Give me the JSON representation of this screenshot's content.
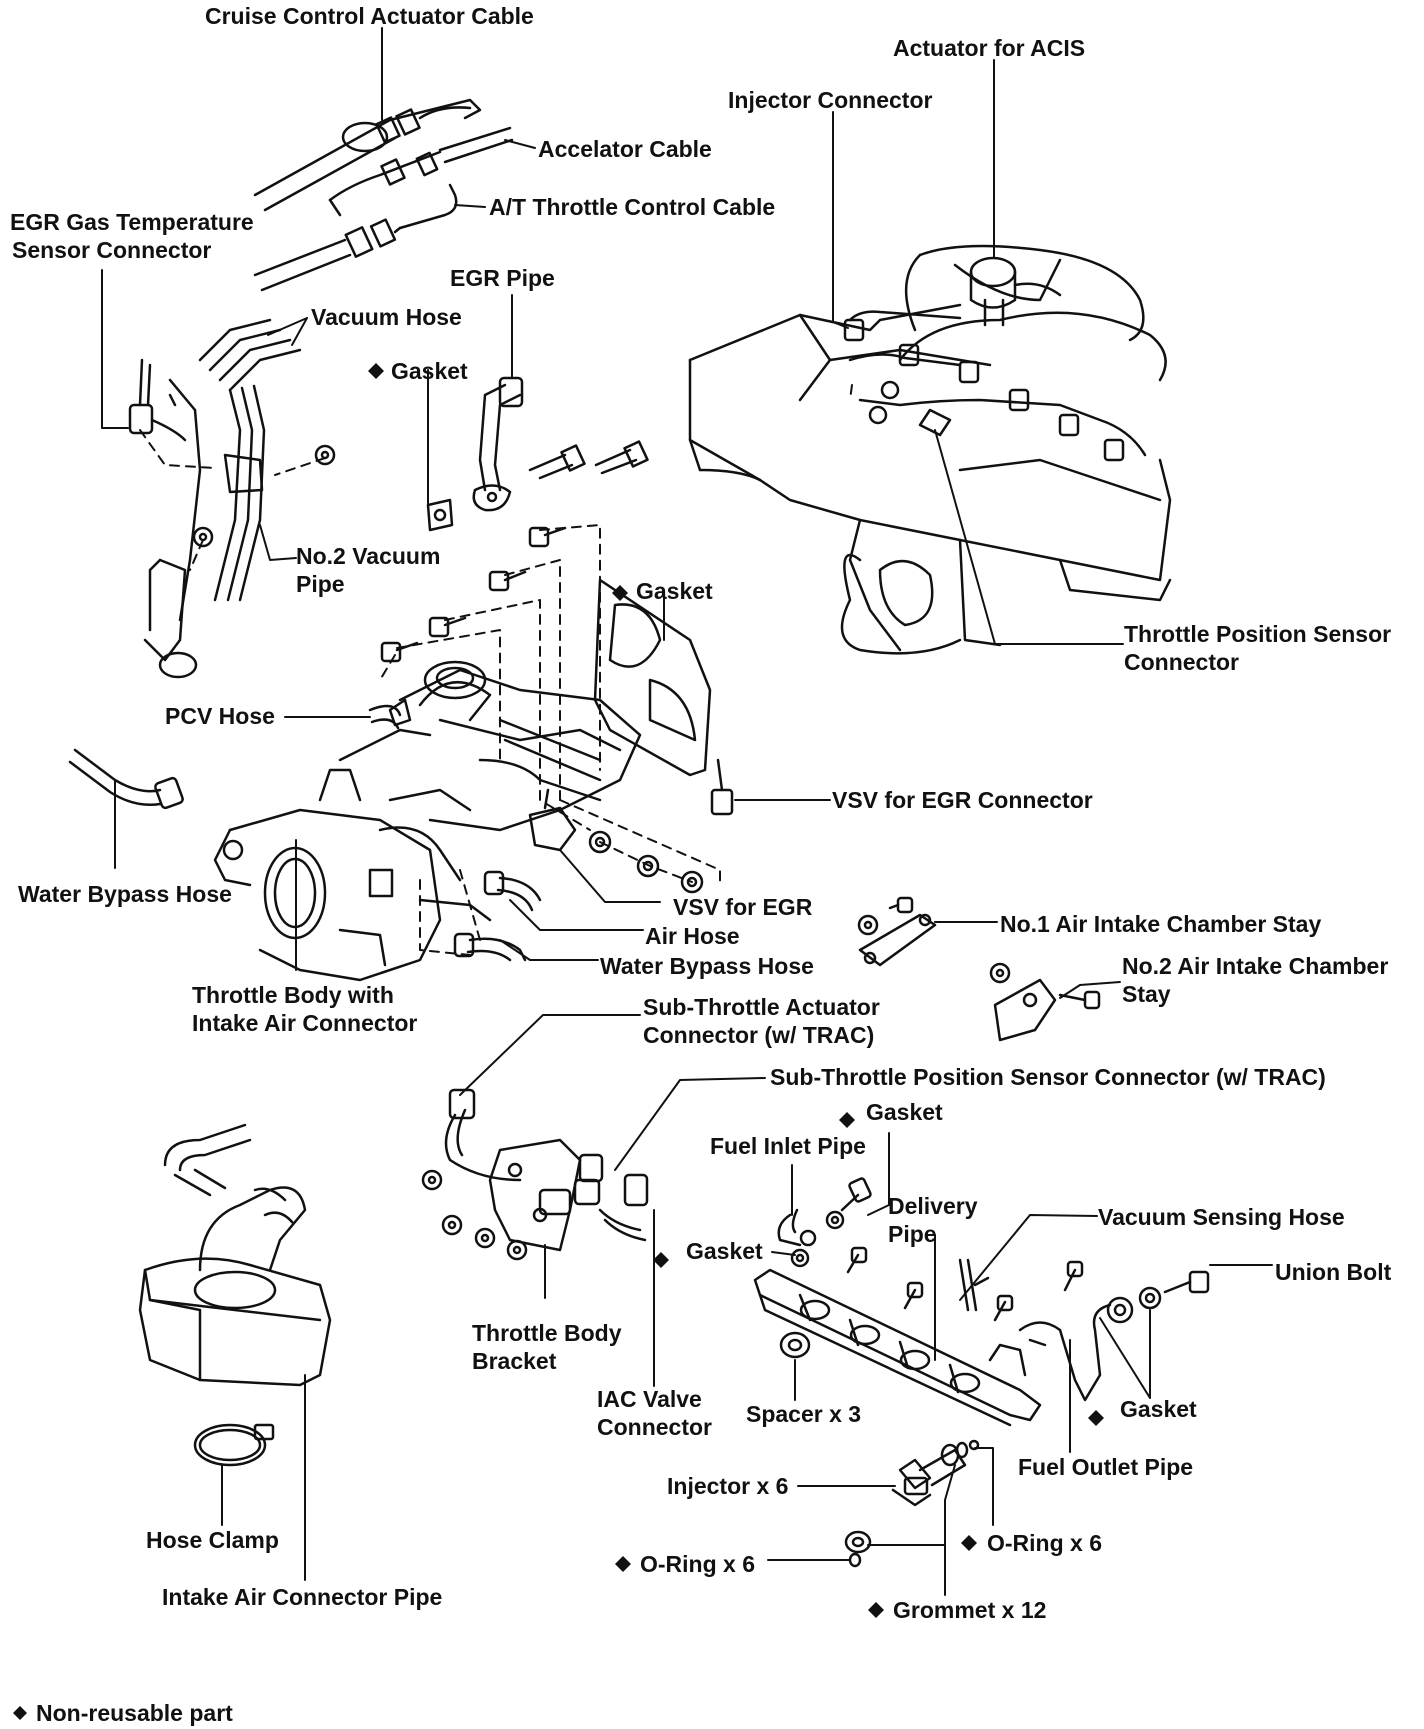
{
  "labels": {
    "cruise_cable": "Cruise Control Actuator Cable",
    "actuator_acis": "Actuator for ACIS",
    "injector_connector": "Injector Connector",
    "accel_cable": "Accelator Cable",
    "at_throttle_cable": "A/T Throttle Control Cable",
    "egr_temp_1": "EGR Gas Temperature",
    "egr_temp_2": "Sensor Connector",
    "egr_pipe": "EGR Pipe",
    "vacuum_hose": "Vacuum Hose",
    "gasket_egr": "Gasket",
    "no2_vacuum_1": "No.2 Vacuum",
    "no2_vacuum_2": "Pipe",
    "gasket_chamber": "Gasket",
    "tps_1": "Throttle Position Sensor",
    "tps_2": "Connector",
    "pcv_hose": "PCV Hose",
    "vsv_egr_connector": "VSV for EGR Connector",
    "water_bypass_hose_left": "Water Bypass Hose",
    "vsv_egr": "VSV for EGR",
    "air_hose": "Air Hose",
    "water_bypass_hose_center": "Water Bypass Hose",
    "no1_stay": "No.1 Air Intake Chamber Stay",
    "no2_stay_1": "No.2 Air Intake Chamber",
    "no2_stay_2": "Stay",
    "throttle_body_1": "Throttle Body with",
    "throttle_body_2": "Intake Air Connector",
    "sub_throttle_act_1": "Sub-Throttle Actuator",
    "sub_throttle_act_2": "Connector (w/ TRAC)",
    "sub_throttle_pos": "Sub-Throttle Position Sensor Connector (w/ TRAC)",
    "gasket_inlet": "Gasket",
    "fuel_inlet_pipe": "Fuel Inlet Pipe",
    "delivery_1": "Delivery",
    "delivery_2": "Pipe",
    "vacuum_sensing_hose": "Vacuum Sensing Hose",
    "gasket_rail": "Gasket",
    "union_bolt": "Union Bolt",
    "tb_bracket_1": "Throttle Body",
    "tb_bracket_2": "Bracket",
    "iac_1": "IAC Valve",
    "iac_2": "Connector",
    "spacer": "Spacer x 3",
    "gasket_outlet": "Gasket",
    "fuel_outlet_pipe": "Fuel Outlet Pipe",
    "injector": "Injector x 6",
    "oring_right": "O-Ring x 6",
    "oring_left": "O-Ring x 6",
    "hose_clamp": "Hose Clamp",
    "grommet": "Grommet x 12",
    "intake_pipe": "Intake Air Connector Pipe",
    "legend": "Non-reusable part"
  },
  "colors": {
    "ink": "#111111",
    "paper": "#ffffff"
  }
}
